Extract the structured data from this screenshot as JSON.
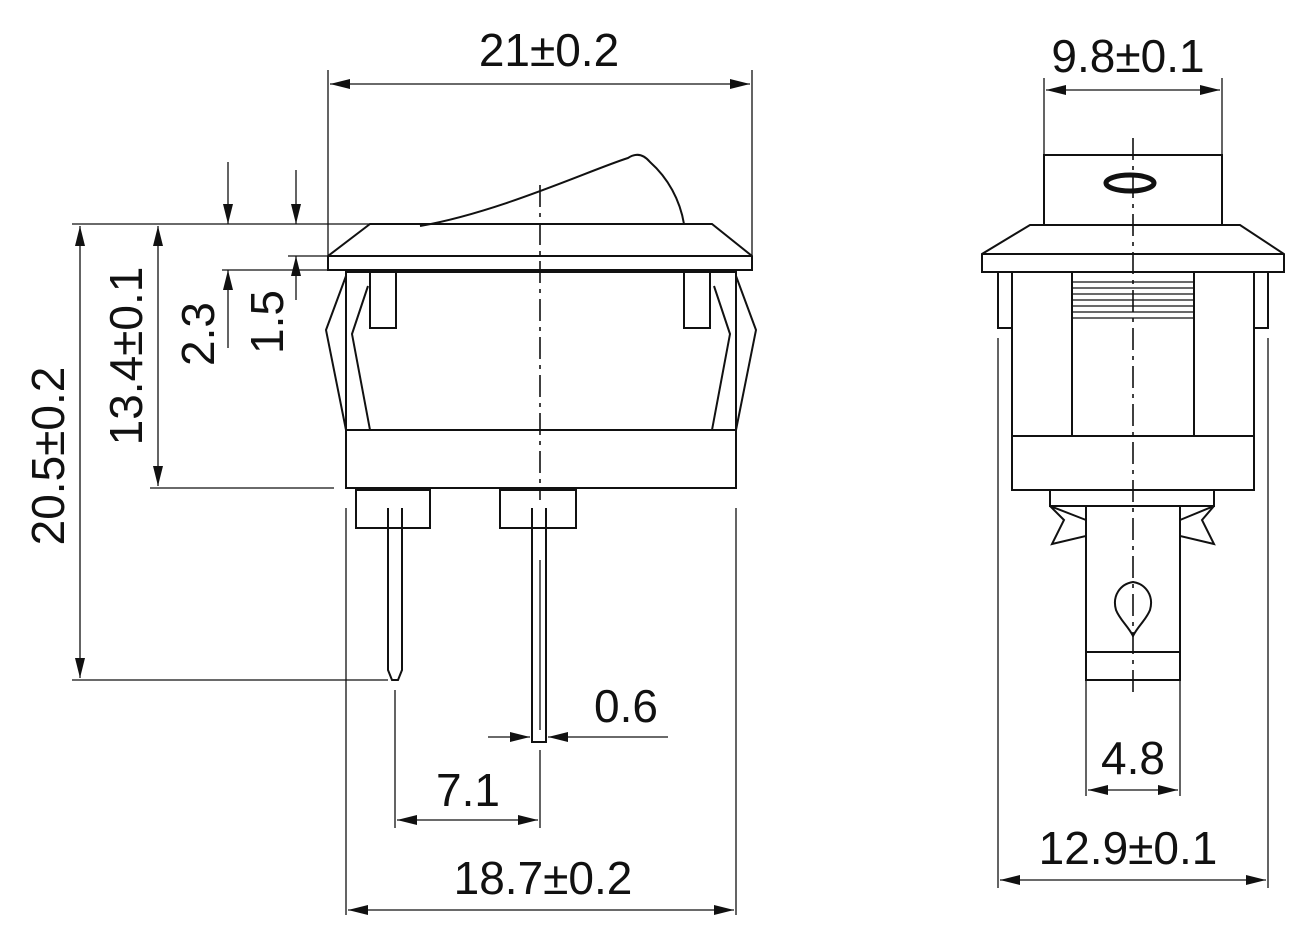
{
  "dimensions": {
    "overall_width": "21±0.2",
    "total_height": "20.5±0.2",
    "body_height": "13.4±0.1",
    "rocker_height": "2.3",
    "flange_thickness": "1.5",
    "pin_thickness": "0.6",
    "pin_spacing": "7.1",
    "body_width": "18.7±0.2",
    "rocker_width": "9.8±0.1",
    "terminal_width": "4.8",
    "body_depth": "12.9±0.1"
  }
}
